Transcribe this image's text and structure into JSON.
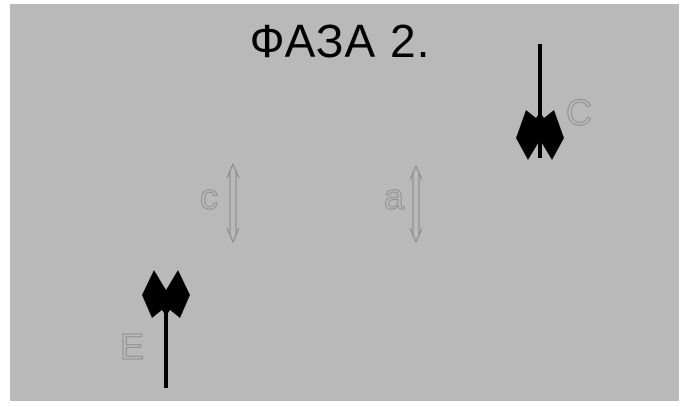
{
  "title": "ФАЗА 2.",
  "labels": {
    "c_upper": "C",
    "c_lower": "c",
    "a": "a",
    "e": "E"
  },
  "colors": {
    "background": "#b9b9b9",
    "frame": "#8a8a8a",
    "dark_marks": "#000000",
    "faint_marks": "#8f8f8f"
  },
  "icons": {
    "top_right_marker": "double-arrowhead-down-icon",
    "bottom_left_marker": "double-arrowhead-up-icon",
    "dimension_c": "double-headed-vertical-arrow-icon",
    "dimension_a": "double-headed-vertical-arrow-icon"
  }
}
